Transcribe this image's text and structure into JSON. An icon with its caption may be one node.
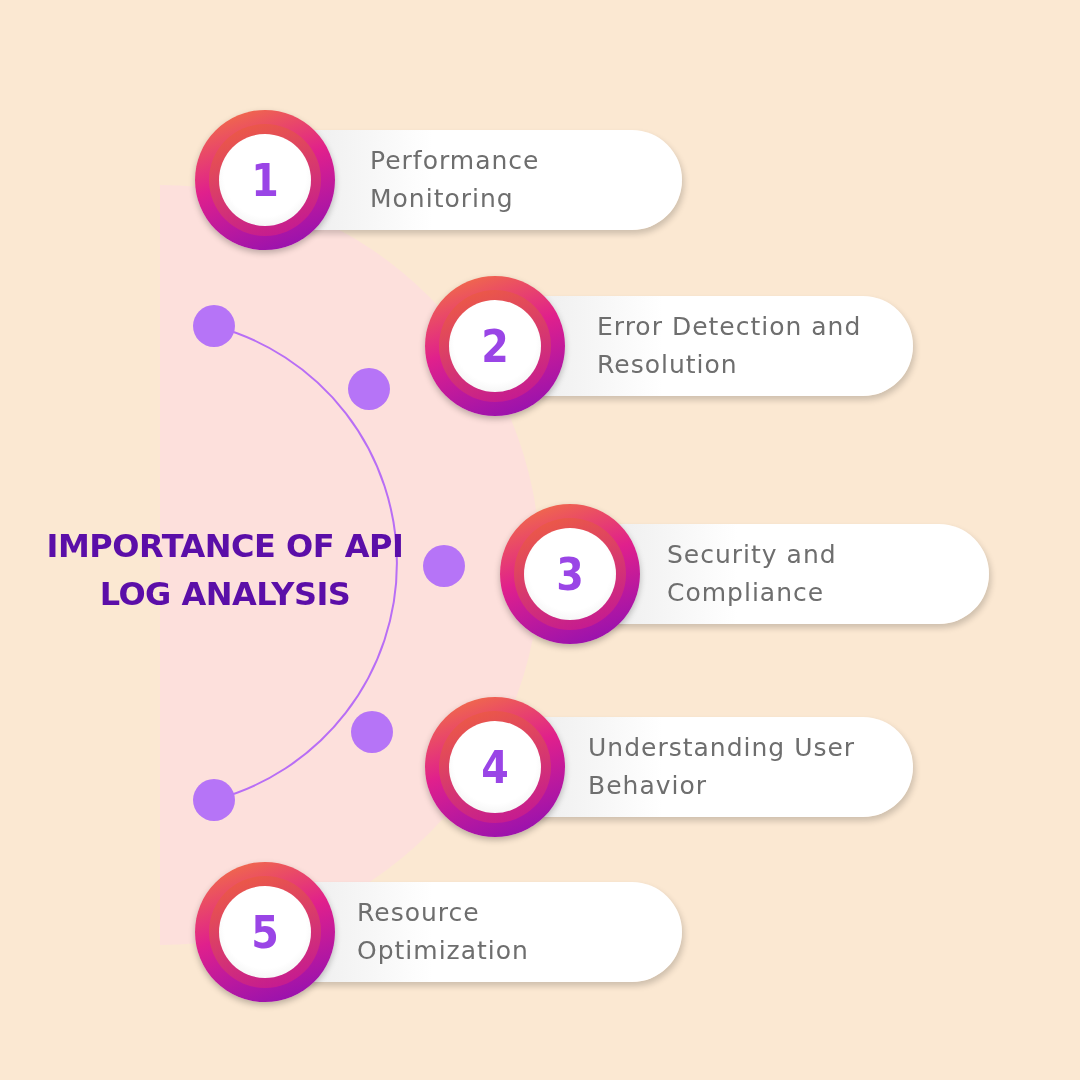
{
  "diagram": {
    "title": "IMPORTANCE OF API LOG ANALYSIS",
    "nodes": [
      {
        "text": [
          "1",
          "Performance Monitoring"
        ]
      },
      {
        "text": [
          "2",
          "Error Detection and Resolution"
        ]
      },
      {
        "text": [
          "3",
          "Security and Compliance"
        ]
      },
      {
        "text": [
          "4",
          "Understanding User Behavior"
        ]
      },
      {
        "text": [
          "5",
          "Resource Optimization"
        ]
      }
    ]
  }
}
